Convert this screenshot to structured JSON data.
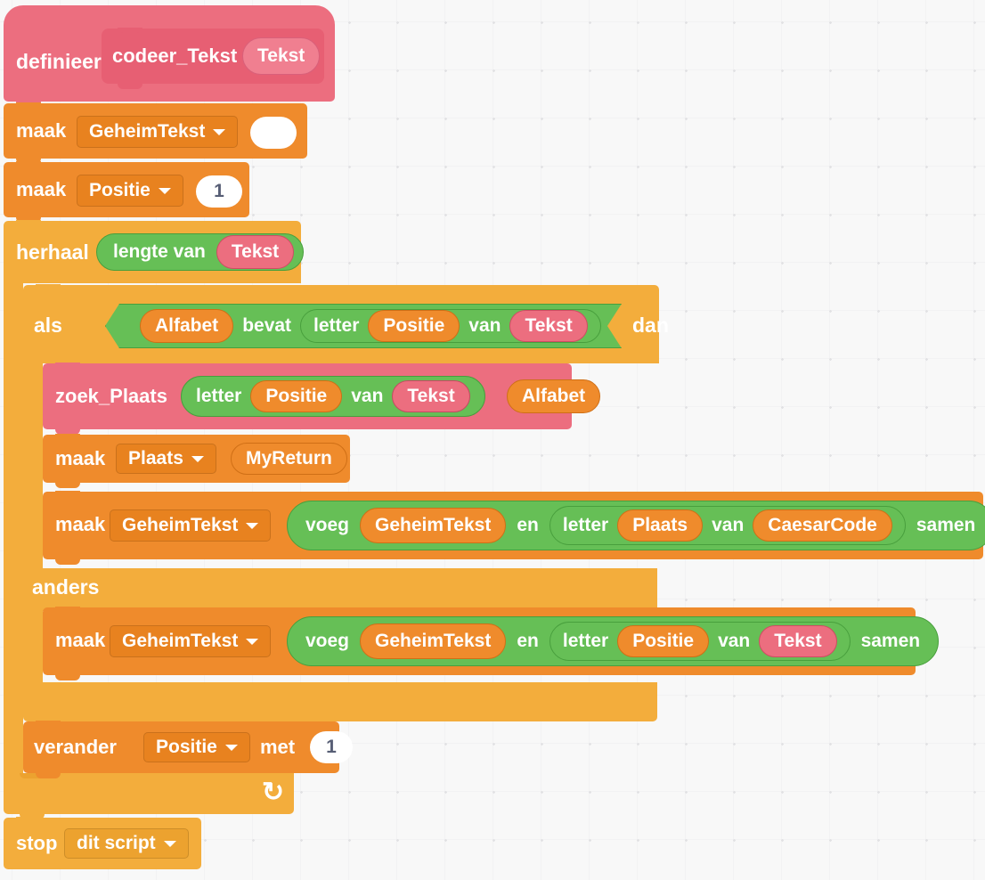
{
  "editor": {
    "name": "scratch-block-workspace",
    "background_color": "#f8f8f8",
    "grid_dot_color": "#e2e2e4"
  },
  "palette": {
    "control": "#f3ad3c",
    "control_dark": "#eca22f",
    "variables": "#ef8b2c",
    "variables_dark": "#e8821f",
    "operators": "#66bf56",
    "my_blocks": "#ec6e7f",
    "my_blocks_dark": "#e75f73",
    "input_text": "#575e75"
  },
  "script": {
    "define": {
      "keyword": "definieer",
      "procedure_name": "codeer_Tekst",
      "parameters": [
        "Tekst"
      ]
    },
    "set_geheimtekst": {
      "keyword": "maak",
      "variable": "GeheimTekst",
      "value": ""
    },
    "set_positie": {
      "keyword": "maak",
      "variable": "Positie",
      "value": "1"
    },
    "repeat": {
      "keyword": "herhaal",
      "times_operator": "lengte van",
      "times_operand": "Tekst"
    },
    "if_else": {
      "if_keyword": "als",
      "then_keyword": "dan",
      "else_keyword": "anders",
      "condition": {
        "left": "Alfabet",
        "operator": "bevat",
        "right_prefix": "letter",
        "right_index": "Positie",
        "right_middle": "van",
        "right_operand": "Tekst",
        "question_mark": "?"
      }
    },
    "branch_true": [
      {
        "type": "my-block-call",
        "name": "zoek_Plaats",
        "args": [
          {
            "prefix": "letter",
            "index": "Positie",
            "middle": "van",
            "operand": "Tekst"
          },
          {
            "variable": "Alfabet"
          }
        ]
      },
      {
        "type": "set-variable",
        "keyword": "maak",
        "variable": "Plaats",
        "value_reporter": "MyReturn"
      },
      {
        "type": "set-variable-join",
        "keyword": "maak",
        "variable": "GeheimTekst",
        "join_keyword": "voeg",
        "join_left": "GeheimTekst",
        "join_and": "en",
        "letter_prefix": "letter",
        "letter_index": "Plaats",
        "letter_middle": "van",
        "letter_operand": "CaesarCode",
        "join_end": "samen"
      }
    ],
    "branch_false": [
      {
        "type": "set-variable-join",
        "keyword": "maak",
        "variable": "GeheimTekst",
        "join_keyword": "voeg",
        "join_left": "GeheimTekst",
        "join_and": "en",
        "letter_prefix": "letter",
        "letter_index": "Positie",
        "letter_middle": "van",
        "letter_operand": "Tekst",
        "join_end": "samen"
      }
    ],
    "change_positie": {
      "keyword": "verander",
      "variable": "Positie",
      "by_keyword": "met",
      "value": "1"
    },
    "stop": {
      "keyword": "stop",
      "option": "dit script"
    },
    "loop_arrow_icon": "loop-arrow-icon"
  }
}
